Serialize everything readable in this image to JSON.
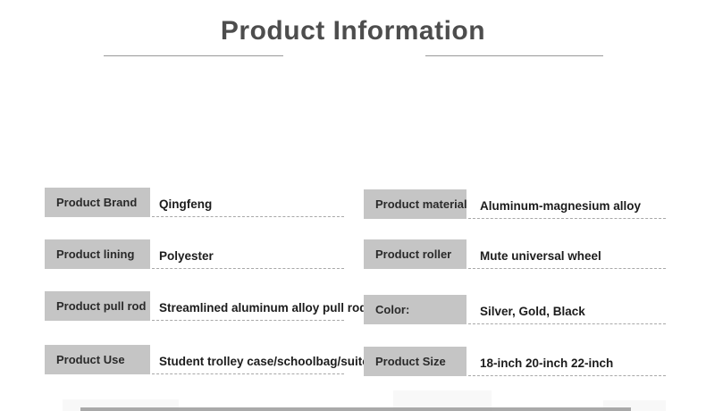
{
  "page": {
    "title": "Product Information"
  },
  "specs": {
    "left": [
      {
        "label": "Product Brand",
        "value": "Qingfeng"
      },
      {
        "label": "Product lining",
        "value": "Polyester"
      },
      {
        "label": "Product pull rod",
        "value": "Streamlined aluminum alloy pull rod"
      },
      {
        "label": "Product Use",
        "value": "Student trolley case/schoolbag/suitcase"
      }
    ],
    "right": [
      {
        "label": "Product material",
        "value": "Aluminum-magnesium alloy"
      },
      {
        "label": "Product roller",
        "value": "Mute universal wheel"
      },
      {
        "label": "Color:",
        "value": "Silver, Gold, Black"
      },
      {
        "label": "Product Size",
        "value": "18-inch 20-inch 22-inch"
      }
    ]
  },
  "colors": {
    "title_text": "#4d4d4d",
    "rule": "#999999",
    "label_box_bg": "#c5c5c5",
    "label_text": "#2a2a2a",
    "value_text": "#1c1c1c",
    "dash": "#a8a8a8",
    "bottom_bar": "#9b9b9b",
    "page_bg": "#ffffff"
  }
}
